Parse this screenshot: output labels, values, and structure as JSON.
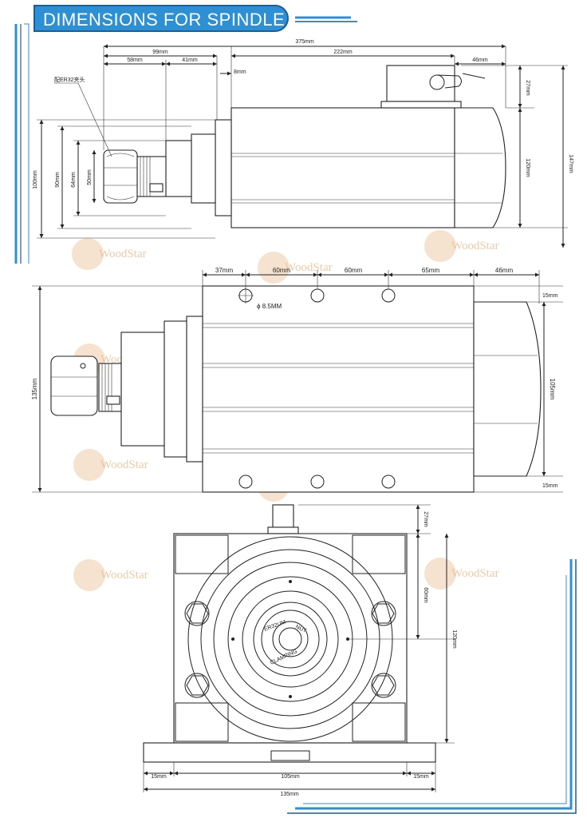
{
  "title": "DIMENSIONS FOR SPINDLE",
  "watermark": "WoodStar",
  "colors": {
    "accent": "#2e90d4",
    "accent_dark": "#1b5f96",
    "watermark": "#e7b989"
  },
  "top_view": {
    "overall_length": "375mm",
    "front_section": "99mm",
    "collet_part": "58mm",
    "neck": "41mm",
    "body_length": "222mm",
    "gap": "8mm",
    "cap": "46mm",
    "box_height": "27mm",
    "body_height": "120mm",
    "total_height": "147mm",
    "flange_100": "100mm",
    "flange_90": "90mm",
    "flange_64": "64mm",
    "nut_50": "50mm",
    "collet_note": "配ER32夹头"
  },
  "side_view": {
    "d37": "37mm",
    "d60a": "60mm",
    "d60b": "60mm",
    "d65": "65mm",
    "d46": "46mm",
    "hole": "ϕ 8.5MM",
    "height": "135mm",
    "inner": "105mm",
    "top_margin": "15mm",
    "bottom_margin": "15mm"
  },
  "front_view": {
    "box": "27mm",
    "to_center": "60mm",
    "height": "120mm",
    "left_foot": "15mm",
    "middle": "105mm",
    "right_foot": "15mm",
    "total_width": "135mm",
    "collet_text_1": "ER32UM",
    "collet_text_2": "NUT",
    "collet_text_3": "CLAMPING"
  }
}
